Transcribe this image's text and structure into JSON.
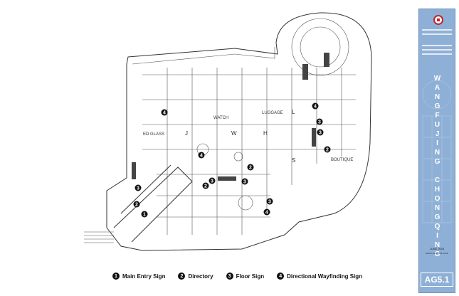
{
  "legend": [
    {
      "num": "1",
      "label": "Main Entry Sign"
    },
    {
      "num": "2",
      "label": "Directory"
    },
    {
      "num": "3",
      "label": "Floor Sign"
    },
    {
      "num": "4",
      "label": "Directional Wayfinding Sign"
    }
  ],
  "plan_labels": {
    "watch": "WATCH",
    "luggage": "LUGGAGE",
    "boutique": "BOUTIQUE",
    "ed_glass": "ED GLASS",
    "j": "J",
    "w": "W",
    "h": "H",
    "l": "L",
    "s": "S"
  },
  "title_block": {
    "project_title": "WANGFUJING CHONGQING",
    "date": "JUNE 2003",
    "subtitle": "SIGN LOCATION PLAN",
    "sheet_number": "AG5.1"
  },
  "colors": {
    "title_block_bg": "#8fb0d6",
    "marker": "#111111",
    "line": "#333333"
  }
}
